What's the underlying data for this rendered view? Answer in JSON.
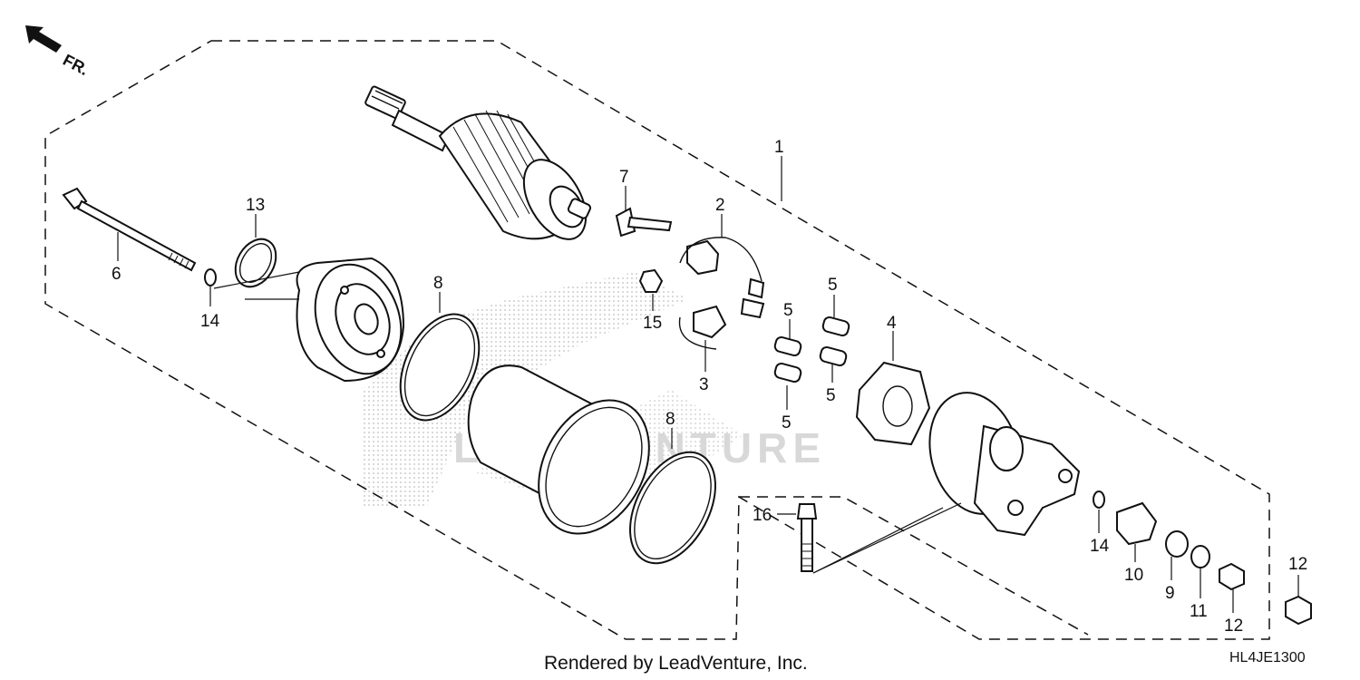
{
  "orientation": {
    "label": "FR."
  },
  "watermark": {
    "text": "LEADVENTURE"
  },
  "footer": {
    "rendered_by": "Rendered by LeadVenture, Inc.",
    "diagram_code": "HL4JE1300"
  },
  "callouts": {
    "c1": "1",
    "c2": "2",
    "c3": "3",
    "c4": "4",
    "c5a": "5",
    "c5b": "5",
    "c5c": "5",
    "c5d": "5",
    "c6": "6",
    "c7": "7",
    "c8a": "8",
    "c8b": "8",
    "c9": "9",
    "c10": "10",
    "c11": "11",
    "c12a": "12",
    "c12b": "12",
    "c13": "13",
    "c14a": "14",
    "c14b": "14",
    "c15": "15",
    "c16": "16"
  }
}
